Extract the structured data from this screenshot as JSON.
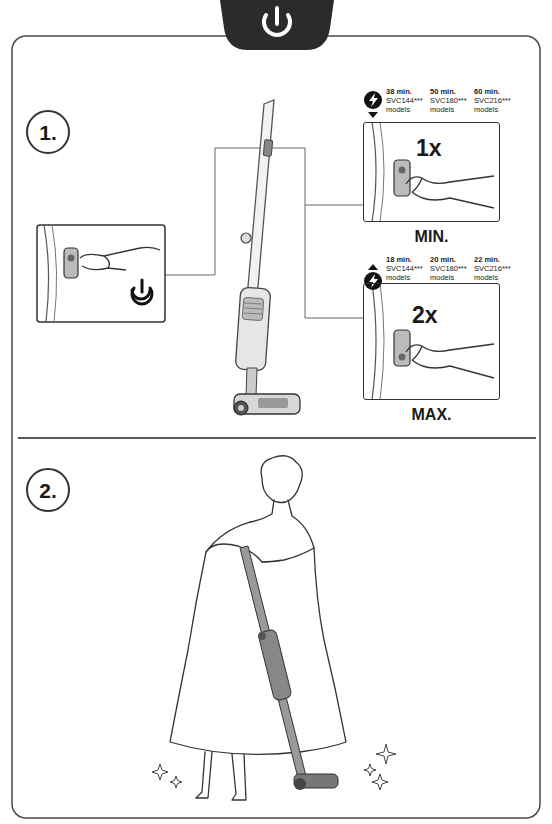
{
  "diagram": {
    "nodes": [
      {
        "text": [
          "1."
        ]
      },
      {
        "text": [
          "1x",
          "MIN."
        ]
      },
      {
        "text": [
          "2x",
          "MAX."
        ]
      },
      {
        "text": [
          "2."
        ]
      }
    ],
    "labels": [
      "38 min.",
      "SVC144***",
      "models",
      "50 min.",
      "SVC180***",
      "models",
      "60 min.",
      "SVC216***",
      "models",
      "18 min.",
      "SVC144***",
      "models",
      "20 min.",
      "SVC180***",
      "models",
      "22 min.",
      "SVC216***",
      "models"
    ]
  }
}
